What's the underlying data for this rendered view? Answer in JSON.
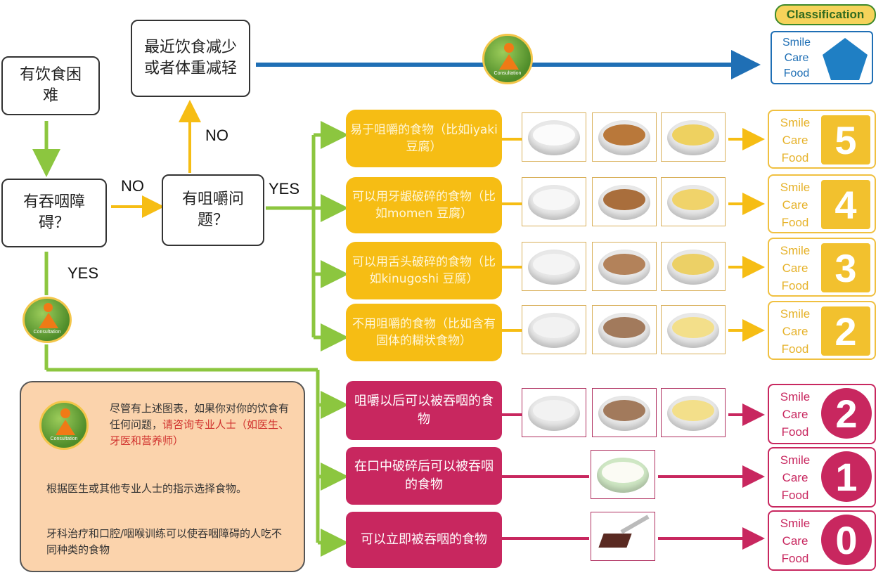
{
  "classification": {
    "header": "Classification",
    "top_card": "Smile\nCare\nFood"
  },
  "nodes": {
    "eating_difficulty": "有饮食困难",
    "weight_loss": "最近饮食减少或者体重减轻",
    "swallow": "有吞咽障碍？",
    "chewing": "有咀嚼问题？"
  },
  "edge_labels": {
    "no_up": "NO",
    "no_mid": "NO",
    "yes_right": "YES",
    "yes_down": "YES"
  },
  "consultation_icon": "Consultation",
  "yellow_categories": [
    {
      "text": "易于咀嚼的食物（比如iyaki 豆腐）",
      "level": "5"
    },
    {
      "text": "可以用牙龈破碎的食物（比如momen 豆腐）",
      "level": "4"
    },
    {
      "text": "可以用舌头破碎的食物（比如kinugoshi 豆腐）",
      "level": "3"
    },
    {
      "text": "不用咀嚼的食物（比如含有固体的糊状食物）",
      "level": "2"
    }
  ],
  "pink_categories": [
    {
      "text": "咀嚼以后可以被吞咽的食物",
      "level": "2"
    },
    {
      "text": "在口中破碎后可以被吞咽的食物",
      "level": "1"
    },
    {
      "text": "可以立即被吞咽的食物",
      "level": "0"
    }
  ],
  "card_text": "Smile\nCare\nFood",
  "note": {
    "para1_a": "尽管有上述图表，如果你对你的饮食有任何问题，",
    "para1_red": "请咨询专业人士（如医生、牙医和营养师）",
    "para2": "根据医生或其他专业人士的指示选择食物。",
    "para3": "牙科治疗和口腔/咽喉训练可以使吞咽障碍的人吃不同种类的食物"
  },
  "colors": {
    "green": "#8cc63f",
    "yellow": "#f6bd14",
    "pink": "#c8275f",
    "blue": "#1f6fb5",
    "note_bg": "#fbd3ac"
  }
}
